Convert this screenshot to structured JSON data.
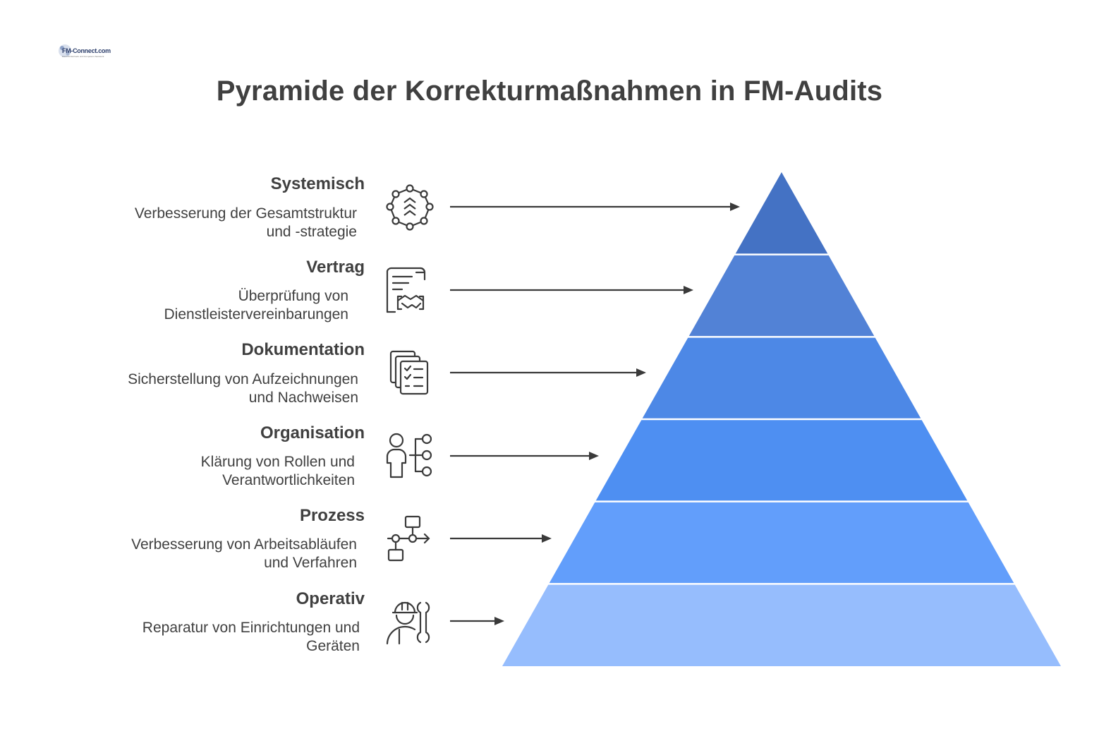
{
  "logo": {
    "text": "FM-Connect.com",
    "sub": "Das FM-Netzwerk und Kompetenz-Netzwerk"
  },
  "title": "Pyramide der Korrekturmaßnahmen in FM-Audits",
  "levels": [
    {
      "title": "Systemisch",
      "desc1": "Verbesserung der Gesamtstruktur",
      "desc2": "und -strategie",
      "icon": "network-arrows-icon",
      "color": "#4472C4"
    },
    {
      "title": "Vertrag",
      "desc1": "Überprüfung von",
      "desc2": "Dienstleistervereinbarungen",
      "icon": "contract-handshake-icon",
      "color": "#5282D6"
    },
    {
      "title": "Dokumentation",
      "desc1": "Sicherstellung von Aufzeichnungen",
      "desc2": "und Nachweisen",
      "icon": "documents-checklist-icon",
      "color": "#4D88E6"
    },
    {
      "title": "Organisation",
      "desc1": "Klärung von Rollen und",
      "desc2": "Verantwortlichkeiten",
      "icon": "person-org-icon",
      "color": "#4E8FF2"
    },
    {
      "title": "Prozess",
      "desc1": "Verbesserung von Arbeitsabläufen",
      "desc2": "und Verfahren",
      "icon": "process-flow-icon",
      "color": "#629EFB"
    },
    {
      "title": "Operativ",
      "desc1": "Reparatur von Einrichtungen und",
      "desc2": "Geräten",
      "icon": "worker-wrench-icon",
      "color": "#96BDFD"
    }
  ]
}
